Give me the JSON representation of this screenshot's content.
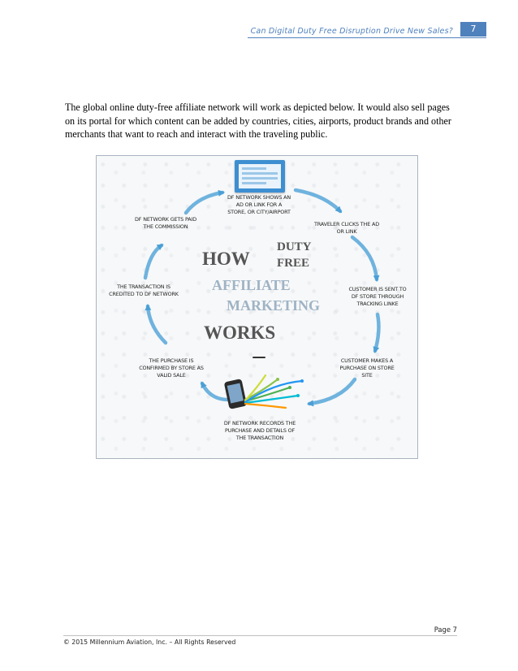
{
  "header": {
    "title": "Can Digital Duty Free Disruption Drive New Sales?",
    "page_number": "7"
  },
  "intro": "The global online duty-free affiliate network will work as depicted below. It would also sell pages on its portal for which content can be added by countries, cities, airports, product brands and other merchants that want to reach and interact with the traveling public.",
  "diagram": {
    "steps": [
      "DF NETWORK SHOWS AN AD OR LINK FOR A STORE, OR CITY/AIRPORT",
      "TRAVELER CLICKS THE AD OR LINK",
      "CUSTOMER IS SENT TO DF STORE THROUGH TRACKING LINKE",
      "CUSTOMER MAKES A PURCHASE ON STORE SITE",
      "DF NETWORK RECORDS THE PURCHASE AND DETAILS OF THE TRANSACTION",
      "THE PURCHASE IS CONFIRMED BY STORE AS VALID SALE",
      "THE TRANSACTION IS CREDITED TO DF NETWORK",
      "DF NETWORK GETS PAID THE COMMISSION"
    ],
    "center": {
      "how": "HOW",
      "duty": "DUTY",
      "free": "FREE",
      "affiliate": "AFFILIATE",
      "marketing": "MARKETING",
      "works": "WORKS"
    },
    "colors": {
      "arrow": "#6fb3de",
      "how": "#555555",
      "affiliate": "#9fb3c4",
      "monitor": "#3d8fd1"
    }
  },
  "footer": {
    "page": "Page 7",
    "copyright": "© 2015 Millennium Aviation, Inc. – All Rights Reserved"
  }
}
